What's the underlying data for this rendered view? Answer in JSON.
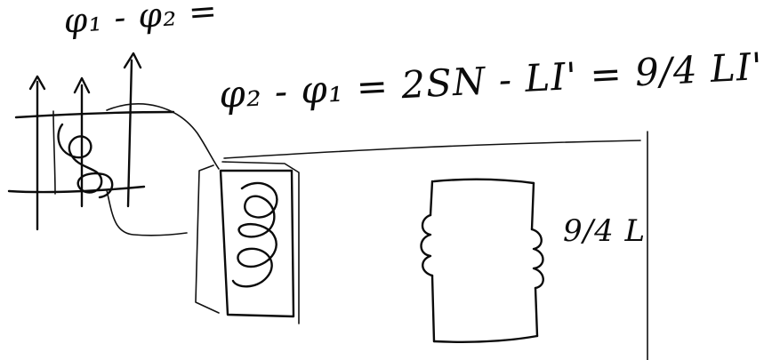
{
  "equations": {
    "top": "φ₁ - φ₂ =",
    "main": "φ₂ - φ₁ = 2SN - LI' = 9/4 LI'"
  },
  "labels": {
    "inductance": "9/4 L"
  }
}
